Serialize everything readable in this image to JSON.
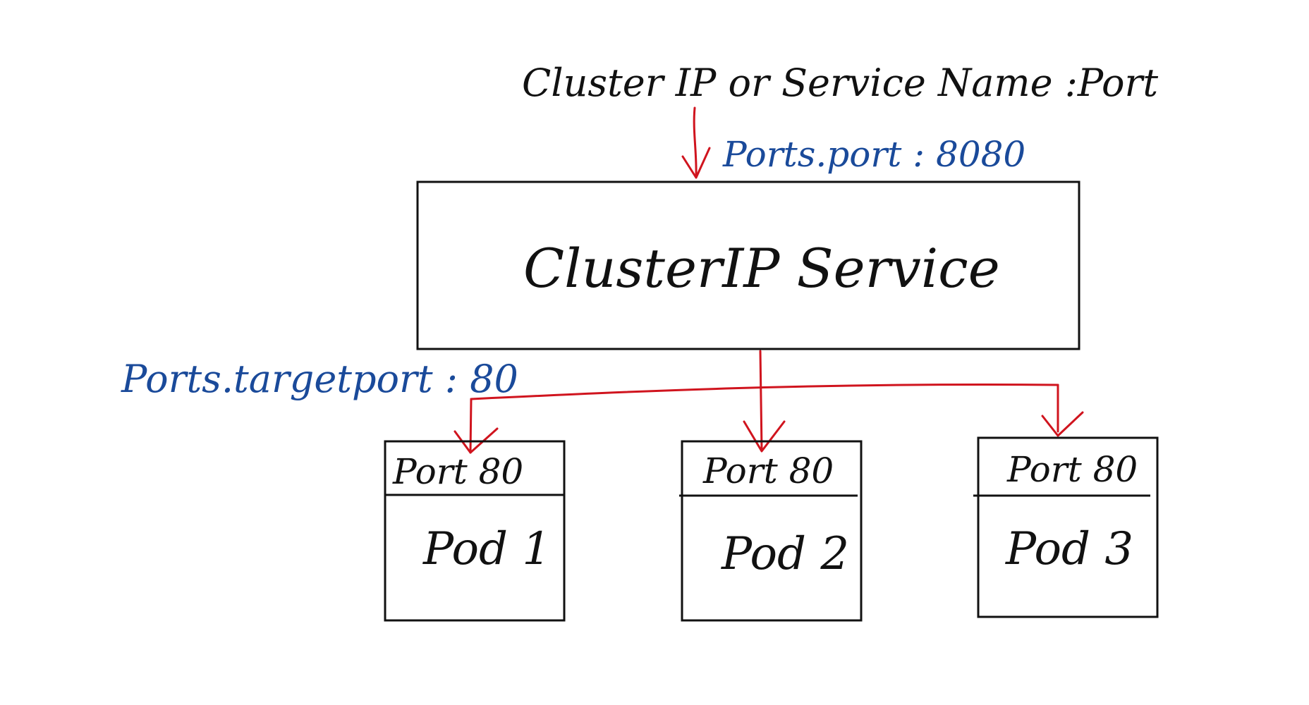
{
  "diagram": {
    "entry_label": "Cluster IP or Service Name :Port",
    "service_port_label": "Ports.port : 8080",
    "service_label": "ClusterIP Service",
    "target_port_label": "Ports.targetport : 80",
    "pods": [
      {
        "port_label": "Port 80",
        "name": "Pod 1"
      },
      {
        "port_label": "Port 80",
        "name": "Pod 2"
      },
      {
        "port_label": "Port 80",
        "name": "Pod 3"
      }
    ],
    "colors": {
      "ink": "#111111",
      "annotation": "#1a4a9a",
      "arrow": "#d0141e"
    }
  }
}
